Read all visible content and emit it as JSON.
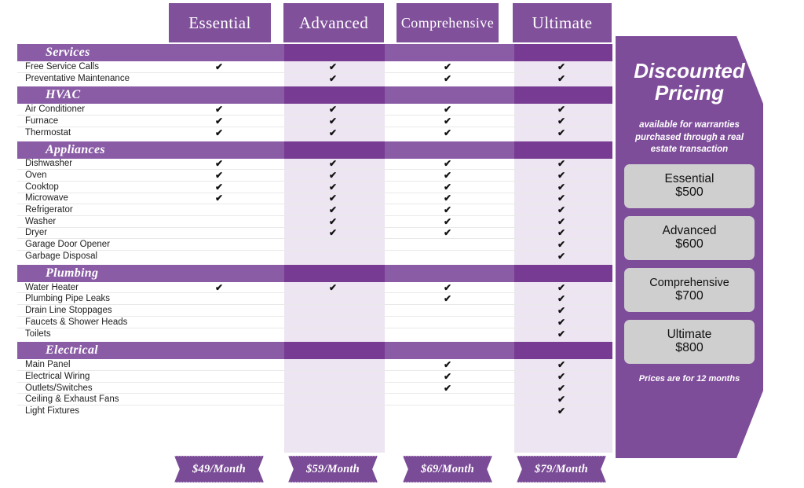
{
  "plans": [
    {
      "name": "Essential",
      "monthly": "$49/Month",
      "price": "$500"
    },
    {
      "name": "Advanced",
      "monthly": "$59/Month",
      "price": "$600"
    },
    {
      "name": "Comprehensive",
      "monthly": "$69/Month",
      "price": "$700"
    },
    {
      "name": "Ultimate",
      "monthly": "$79/Month",
      "price": "$800"
    }
  ],
  "check_glyph": "✔",
  "colors": {
    "tab_purple": "#80519a",
    "section_purple": "#8a5ca6",
    "section_purple_dark": "#773b93",
    "panel_purple": "#7e4d9a",
    "ribbon_purple": "#7a4b96",
    "band_lavender": "#ede5f1",
    "price_box_gray": "#cfcfcf"
  },
  "sections": [
    {
      "title": "Services",
      "rows": [
        {
          "label": "Free Service Calls",
          "checks": [
            true,
            true,
            true,
            true
          ]
        },
        {
          "label": "Preventative Maintenance",
          "checks": [
            false,
            true,
            true,
            true
          ]
        }
      ]
    },
    {
      "title": "HVAC",
      "rows": [
        {
          "label": "Air Conditioner",
          "checks": [
            true,
            true,
            true,
            true
          ]
        },
        {
          "label": "Furnace",
          "checks": [
            true,
            true,
            true,
            true
          ]
        },
        {
          "label": "Thermostat",
          "checks": [
            true,
            true,
            true,
            true
          ]
        }
      ]
    },
    {
      "title": "Appliances",
      "rows": [
        {
          "label": "Dishwasher",
          "checks": [
            true,
            true,
            true,
            true
          ]
        },
        {
          "label": "Oven",
          "checks": [
            true,
            true,
            true,
            true
          ]
        },
        {
          "label": "Cooktop",
          "checks": [
            true,
            true,
            true,
            true
          ]
        },
        {
          "label": "Microwave",
          "checks": [
            true,
            true,
            true,
            true
          ]
        },
        {
          "label": "Refrigerator",
          "checks": [
            false,
            true,
            true,
            true
          ]
        },
        {
          "label": "Washer",
          "checks": [
            false,
            true,
            true,
            true
          ]
        },
        {
          "label": "Dryer",
          "checks": [
            false,
            true,
            true,
            true
          ]
        },
        {
          "label": "Garage Door Opener",
          "checks": [
            false,
            false,
            false,
            true
          ]
        },
        {
          "label": "Garbage Disposal",
          "checks": [
            false,
            false,
            false,
            true
          ]
        }
      ]
    },
    {
      "title": "Plumbing",
      "rows": [
        {
          "label": "Water Heater",
          "checks": [
            true,
            true,
            true,
            true
          ]
        },
        {
          "label": "Plumbing Pipe Leaks",
          "checks": [
            false,
            false,
            true,
            true
          ]
        },
        {
          "label": "Drain Line Stoppages",
          "checks": [
            false,
            false,
            false,
            true
          ]
        },
        {
          "label": "Faucets & Shower Heads",
          "checks": [
            false,
            false,
            false,
            true
          ]
        },
        {
          "label": "Toilets",
          "checks": [
            false,
            false,
            false,
            true
          ]
        }
      ]
    },
    {
      "title": "Electrical",
      "rows": [
        {
          "label": "Main Panel",
          "checks": [
            false,
            false,
            true,
            true
          ]
        },
        {
          "label": "Electrical Wiring",
          "checks": [
            false,
            false,
            true,
            true
          ]
        },
        {
          "label": "Outlets/Switches",
          "checks": [
            false,
            false,
            true,
            true
          ]
        },
        {
          "label": "Ceiling & Exhaust Fans",
          "checks": [
            false,
            false,
            false,
            true
          ]
        },
        {
          "label": "Light Fixtures",
          "checks": [
            false,
            false,
            false,
            true
          ]
        }
      ]
    }
  ],
  "panel": {
    "title": "Discounted Pricing",
    "subtitle": "available for warranties purchased through a real estate transaction",
    "footnote": "Prices are for 12 months"
  }
}
